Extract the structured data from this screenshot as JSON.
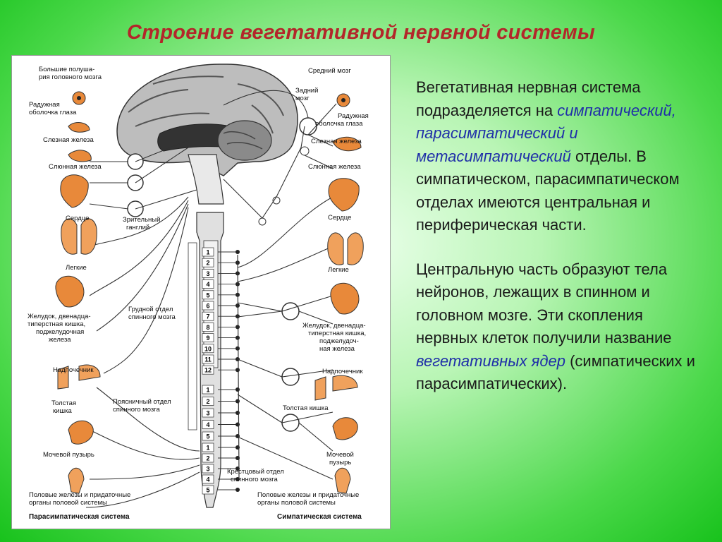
{
  "title": "Строение вегетативной нервной системы",
  "figure": {
    "left_labels": {
      "hemispheres": [
        "Большие полуша-",
        "рия головного мозга"
      ],
      "iris": [
        "Радужная",
        "оболочка глаза"
      ],
      "lacrimal": "Слезная железа",
      "salivary": "Слюнная железа",
      "heart": "Сердце",
      "optic_ganglion": [
        "Зрительный",
        "ганглий"
      ],
      "lungs": "Легкие",
      "stomach": [
        "Желудок, двенадца-",
        "типерстная кишка,",
        "поджелудочная",
        "железа"
      ],
      "thoracic": [
        "Грудной отдел",
        "спинного мозга"
      ],
      "adrenal": "Надпочечник",
      "lumbar": [
        "Поясничный отдел",
        "спинного мозга"
      ],
      "colon": [
        "Толстая",
        "кишка"
      ],
      "bladder": "Мочевой пузырь",
      "gonads": [
        "Половые железы и придаточные",
        "органы половой системы"
      ],
      "caption": "Парасимпатическая система"
    },
    "right_labels": {
      "midbrain": "Средний мозг",
      "hindbrain": [
        "Задний",
        "мозг"
      ],
      "iris": [
        "Радужная",
        "оболочка глаза"
      ],
      "lacrimal": "Слезная железа",
      "salivary": "Слюнная железа",
      "heart": "Сердце",
      "lungs": "Легкие",
      "stomach": [
        "Желудок, двенадца-",
        "типерстная кишка,",
        "поджелудоч-",
        "ная железа"
      ],
      "adrenal": "Надпочечник",
      "colon": "Толстая кишка",
      "bladder": [
        "Мочевой",
        "пузырь"
      ],
      "sacral": [
        "Крестцовый отдел",
        "спинного мозга"
      ],
      "gonads": [
        "Половые железы и придаточные",
        "органы половой системы"
      ],
      "caption": "Симпатическая система"
    },
    "thoracic_segments": [
      "1",
      "2",
      "3",
      "4",
      "5",
      "6",
      "7",
      "8",
      "9",
      "10",
      "11",
      "12"
    ],
    "lumbar_segments": [
      "1",
      "2",
      "3",
      "4",
      "5"
    ],
    "sacral_segments": [
      "1",
      "2",
      "3",
      "4",
      "5"
    ]
  },
  "text": {
    "p1_a": "Вегетативная нервная система подразделяется на",
    "p1_hl": "симпатический, парасимпатический и метасимпатический",
    "p1_b": "отделы. В симпатическом, парасимпатическом отделах имеются центральная и периферическая части.",
    "p2_a": "Центральную часть образуют тела нейронов, лежащих в спинном и головном мозге. Эти скопления нервных клеток получили название",
    "p2_hl": "вегетативных ядер",
    "p2_b": "(симпатических и парасимпатических)."
  },
  "colors": {
    "title": "#b3262a",
    "highlight": "#1f2fa8",
    "organ": "#e8893a",
    "background_edge": "#18c21c"
  }
}
